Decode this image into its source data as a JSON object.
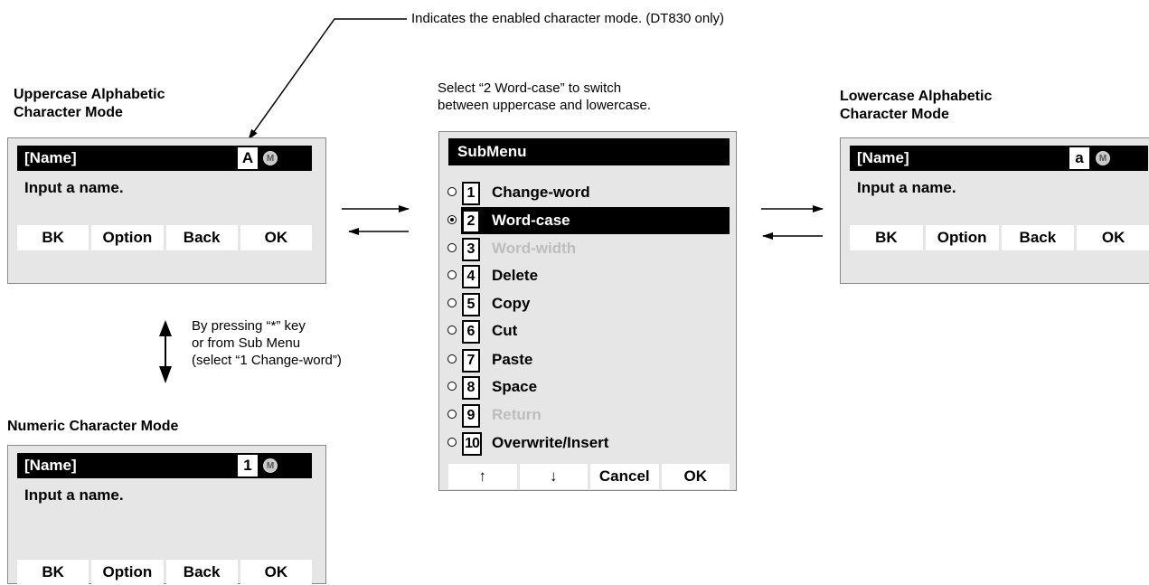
{
  "callout_top": "Indicates the enabled character mode. (DT830 only)",
  "callout_center": [
    "Select “2 Word-case” to switch",
    "between uppercase and lowercase."
  ],
  "callout_side": [
    "By pressing “*” key",
    "or from Sub Menu",
    "(select “1 Change-word”)"
  ],
  "panels": {
    "uppercase": {
      "heading": [
        "Uppercase Alphabetic",
        "Character Mode"
      ],
      "title": "[Name]",
      "mode": "A",
      "icon": "M",
      "message": "Input a name.",
      "softkeys": [
        "BK",
        "Option",
        "Back",
        "OK"
      ]
    },
    "lowercase": {
      "heading": [
        "Lowercase Alphabetic",
        "Character Mode"
      ],
      "title": "[Name]",
      "mode": "a",
      "icon": "M",
      "message": "Input a name.",
      "softkeys": [
        "BK",
        "Option",
        "Back",
        "OK"
      ]
    },
    "numeric": {
      "heading": [
        "Numeric Character Mode"
      ],
      "title": "[Name]",
      "mode": "1",
      "icon": "M",
      "message": "Input a name.",
      "softkeys": [
        "BK",
        "Option",
        "Back",
        "OK"
      ]
    }
  },
  "submenu": {
    "title": "SubMenu",
    "items": [
      {
        "num": "1",
        "label": "Change-word",
        "state": "normal"
      },
      {
        "num": "2",
        "label": "Word-case",
        "state": "selected"
      },
      {
        "num": "3",
        "label": "Word-width",
        "state": "disabled"
      },
      {
        "num": "4",
        "label": "Delete",
        "state": "normal"
      },
      {
        "num": "5",
        "label": "Copy",
        "state": "normal"
      },
      {
        "num": "6",
        "label": "Cut",
        "state": "normal"
      },
      {
        "num": "7",
        "label": "Paste",
        "state": "normal"
      },
      {
        "num": "8",
        "label": "Space",
        "state": "normal"
      },
      {
        "num": "9",
        "label": "Return",
        "state": "disabled"
      },
      {
        "num": "10",
        "label": "Overwrite/Insert",
        "state": "normal"
      }
    ],
    "softkeys": [
      "↑",
      "↓",
      "Cancel",
      "OK"
    ]
  }
}
